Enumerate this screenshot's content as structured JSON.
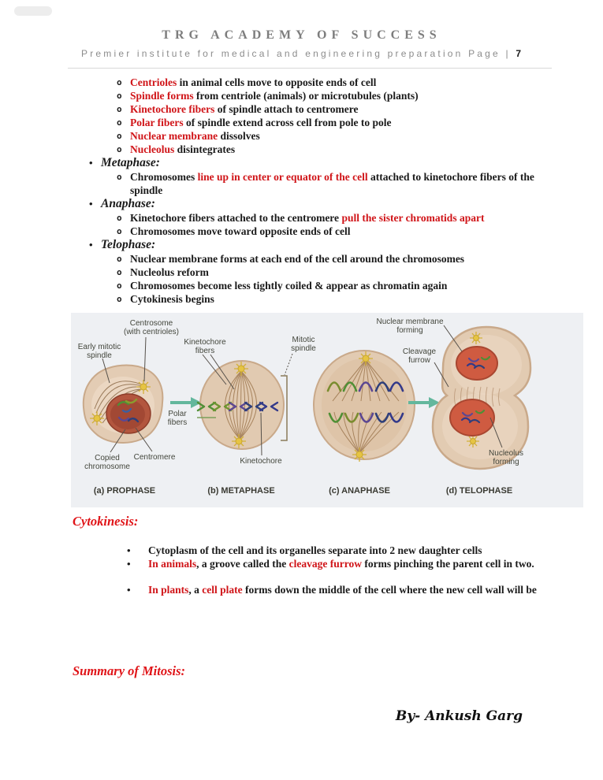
{
  "colors": {
    "accent_red": "#d01418",
    "heading_red": "#e01418",
    "header_gray": "#7d7d7d",
    "cell_fill": "#e2cbb2",
    "nucleus_red": "#b3563e",
    "telophase_nucleus": "#cf5b41",
    "centrosome_yellow": "#e6c443",
    "arrow_teal": "#63b79d",
    "figure_bg": "#eef0f3"
  },
  "header": {
    "title": "TRG ACADEMY OF SUCCESS",
    "subtitle": "Premier institute for medical and engineering preparation Page |",
    "page_number": "7"
  },
  "prophase_points": [
    {
      "red": "Centrioles",
      "rest": " in animal cells move to opposite ends of cell"
    },
    {
      "red": "Spindle forms",
      "rest": " from centriole (animals) or microtubules (plants)"
    },
    {
      "red": "Kinetochore fibers",
      "rest": " of spindle attach to centromere"
    },
    {
      "red": "Polar fibers",
      "rest": " of spindle extend across cell from pole to pole"
    },
    {
      "red": "Nuclear membrane",
      "rest": " dissolves"
    },
    {
      "red": "Nucleolus",
      "rest": " disintegrates"
    }
  ],
  "metaphase": {
    "heading": "Metaphase:",
    "p1": {
      "pre": "Chromosomes ",
      "red": "line up in center or equator of the cell",
      "post": " attached to kinetochore fibers of the spindle"
    }
  },
  "anaphase": {
    "heading": "Anaphase:",
    "p1": {
      "pre": "Kinetochore fibers attached to the centromere ",
      "red": "pull the sister chromatids apart",
      "post": ""
    },
    "p2": "Chromosomes move toward opposite ends of cell"
  },
  "telophase": {
    "heading": "Telophase:",
    "points": [
      "Nuclear membrane forms at each end of the cell around the chromosomes",
      "Nucleolus reform",
      "Chromosomes become less tightly coiled & appear as chromatin again",
      "Cytokinesis begins"
    ]
  },
  "figure": {
    "labels": {
      "centrosome": [
        "Centrosome",
        "(with centrioles)"
      ],
      "early_spindle": [
        "Early mitotic",
        "spindle"
      ],
      "kinetochore_fibers": [
        "Kinetochore",
        "fibers"
      ],
      "mitotic_spindle": [
        "Mitotic",
        "spindle"
      ],
      "nuclear_membrane": [
        "Nuclear membrane",
        "forming"
      ],
      "cleavage_furrow": [
        "Cleavage",
        "furrow"
      ],
      "polar_fibers": [
        "Polar",
        "fibers"
      ],
      "copied_chromosome": [
        "Copied",
        "chromosome"
      ],
      "centromere": "Centromere",
      "kinetochore": "Kinetochore",
      "nucleolus": [
        "Nucleolus",
        "forming"
      ]
    },
    "captions": [
      "(a) PROPHASE",
      "(b) METAPHASE",
      "(c) ANAPHASE",
      "(d) TELOPHASE"
    ]
  },
  "cytokinesis": {
    "heading": "Cytokinesis:",
    "p1": "Cytoplasm of the cell and its organelles separate into 2 new daughter cells",
    "p2": {
      "r1": "In animals",
      "t1": ", a groove called the ",
      "r2": "cleavage furrow",
      "t2": " forms pinching the parent cell in two."
    },
    "p3": {
      "r1": "In plants",
      "t1": ", a ",
      "r2": "cell plate",
      "t2": " forms down the middle of the cell where the new cell wall will be"
    }
  },
  "summary_heading": "Summary of Mitosis:",
  "signature": "By- Ankush Garg"
}
